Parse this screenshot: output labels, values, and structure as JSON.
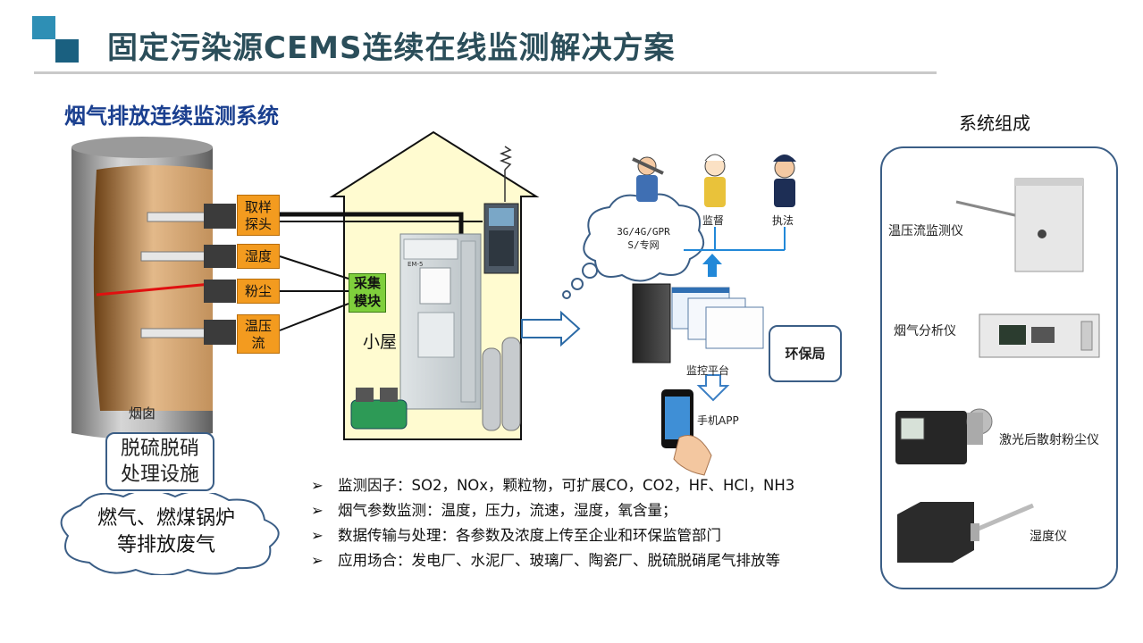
{
  "header": {
    "title": "固定污染源CEMS连续在线监测解决方案",
    "subtitle": "烟气排放连续监测系统",
    "logo_colors": [
      "#2e8fb5",
      "#1a6080"
    ]
  },
  "chimney": {
    "label": "烟囱",
    "probes": [
      {
        "label": "取样\n探头"
      },
      {
        "label": "湿度"
      },
      {
        "label": "粉尘"
      },
      {
        "label": "温压\n流"
      }
    ]
  },
  "house": {
    "label": "小屋",
    "collector": "采集\n模块",
    "cabinet_text": "EM-5"
  },
  "facility_label": "脱硫脱硝\n处理设施",
  "cloud_source": "燃气、燃煤锅炉\n等排放废气",
  "network": {
    "cloud_label": "3G/4G/GPR\nS/专网",
    "roles": [
      "监督",
      "执法"
    ],
    "platform_label": "监控平台",
    "bureau_label": "环保局",
    "app_label": "手机APP"
  },
  "bullets": {
    "items": [
      "监测因子：SO2，NOx，颗粒物，可扩展CO，CO2，HF、HCl，NH3",
      "烟气参数监测：温度，压力，流速，湿度，氧含量；",
      "数据传输与处理：各参数及浓度上传至企业和环保监管部门",
      "应用场合：发电厂、水泥厂、玻璃厂、陶瓷厂、脱硫脱硝尾气排放等"
    ]
  },
  "components": {
    "title": "系统组成",
    "items": [
      "温压流监测仪",
      "烟气分析仪",
      "激光后散射粉尘仪",
      "湿度仪"
    ]
  },
  "colors": {
    "accent": "#2b4e5a",
    "blue_text": "#1a3f8f",
    "orange": "#f39b1f",
    "house_fill": "#fffbd0",
    "arrow_blue": "#2288d8"
  }
}
